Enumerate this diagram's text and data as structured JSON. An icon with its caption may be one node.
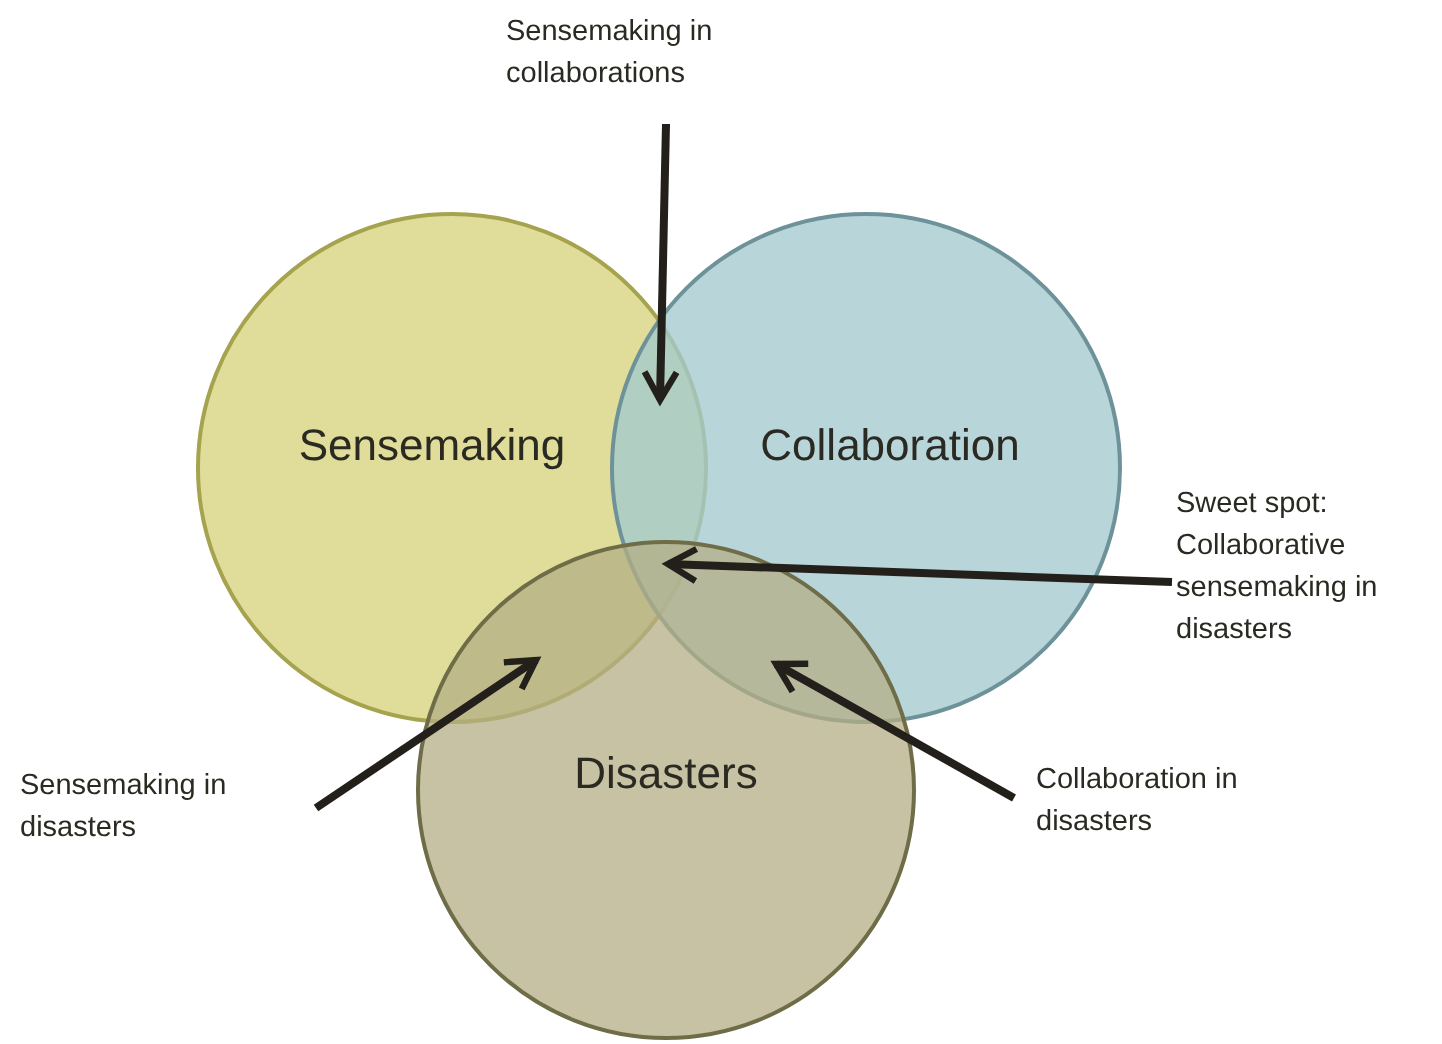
{
  "diagram": {
    "nodes": [
      {
        "text": [
          "Sensemaking"
        ]
      },
      {
        "text": [
          "Collaboration"
        ]
      },
      {
        "text": [
          "Disasters"
        ]
      },
      {
        "text": [
          "Sensemaking in collaborations"
        ]
      },
      {
        "text": [
          "Sweet spot: Collaborative sensemaking in disasters"
        ]
      },
      {
        "text": [
          "Sensemaking in disasters"
        ]
      },
      {
        "text": [
          "Collaboration in disasters"
        ]
      }
    ],
    "edges": [
      {
        "from": 3,
        "to": 0,
        "arrow": "to"
      },
      {
        "from": 4,
        "to": 2,
        "arrow": "to"
      },
      {
        "from": 5,
        "to": 2,
        "arrow": "to"
      },
      {
        "from": 6,
        "to": 2,
        "arrow": "to"
      }
    ]
  }
}
